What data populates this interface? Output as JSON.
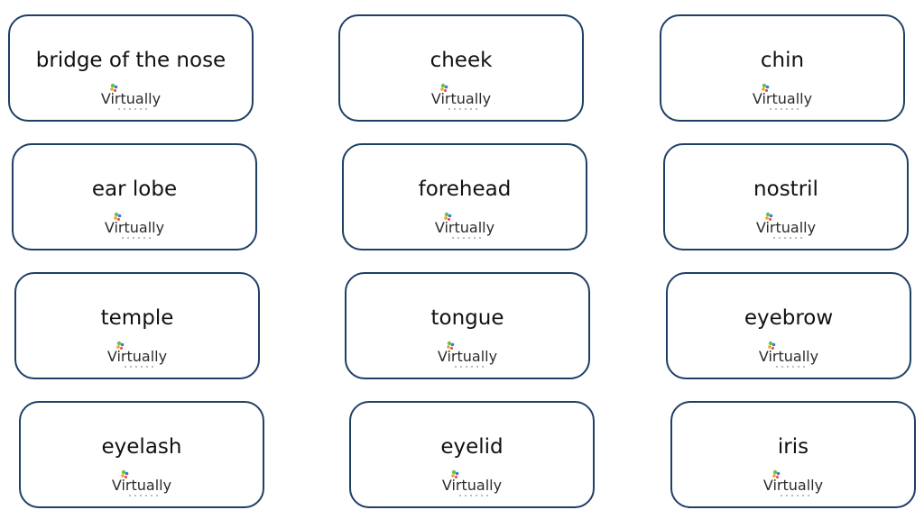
{
  "brand": {
    "logo_text": "Virtually",
    "colors": {
      "text": "#2b2b2b",
      "dot_green": "#6bbf59",
      "dot_blue": "#3a7bd5",
      "dot_orange": "#f2a31b",
      "dot_red": "#e64b3c"
    }
  },
  "card_border_color": "#1f3f66",
  "cards": [
    {
      "word": "bridge of the nose"
    },
    {
      "word": "cheek"
    },
    {
      "word": "chin"
    },
    {
      "word": "ear lobe"
    },
    {
      "word": "forehead"
    },
    {
      "word": "nostril"
    },
    {
      "word": "temple"
    },
    {
      "word": "tongue"
    },
    {
      "word": "eyebrow"
    },
    {
      "word": "eyelash"
    },
    {
      "word": "eyelid"
    },
    {
      "word": "iris"
    }
  ]
}
